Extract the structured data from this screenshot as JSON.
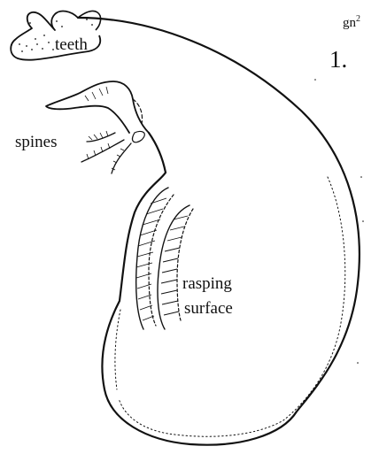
{
  "figure": {
    "label_teeth": "teeth",
    "label_spines": "spines",
    "label_rasping_line1": "rasping",
    "label_rasping_line2": "surface",
    "label_gn": "gn",
    "label_gn_superscript": "2",
    "label_number": "1."
  },
  "colors": {
    "ink": "#111111",
    "background": "#ffffff"
  }
}
